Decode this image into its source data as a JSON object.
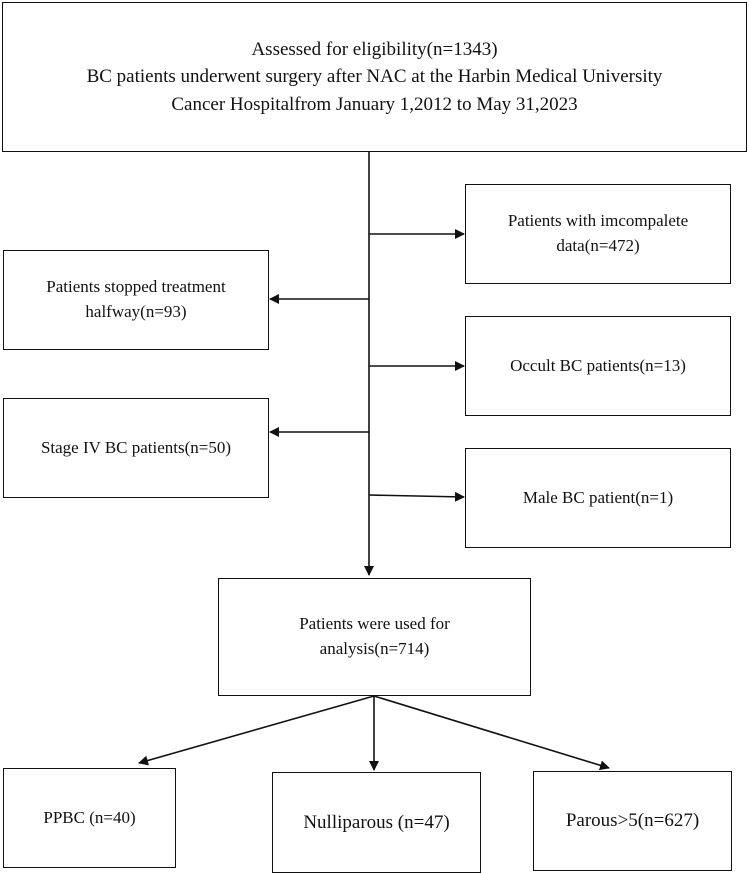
{
  "flowchart": {
    "top": {
      "line1": "Assessed for eligibility(n=1343)",
      "line2": "BC patients underwent surgery after NAC at the Harbin Medical University",
      "line3": "Cancer Hospitalfrom January 1,2012 to May 31,2023"
    },
    "excluded_right": [
      {
        "line1": "Patients with imcompalete",
        "line2": "data(n=472)"
      },
      {
        "line1": "Occult BC patients(n=13)"
      },
      {
        "line1": "Male BC patient(n=1)"
      }
    ],
    "excluded_left": [
      {
        "line1": "Patients stopped treatment",
        "line2": "halfway(n=93)"
      },
      {
        "line1": "Stage IV BC patients(n=50)"
      }
    ],
    "analysis": {
      "line1": "Patients were used for",
      "line2": "analysis(n=714)"
    },
    "groups": [
      {
        "label": "PPBC (n=40)"
      },
      {
        "label": "Nulliparous (n=47)"
      },
      {
        "label": "Parous>5(n=627)"
      }
    ]
  }
}
